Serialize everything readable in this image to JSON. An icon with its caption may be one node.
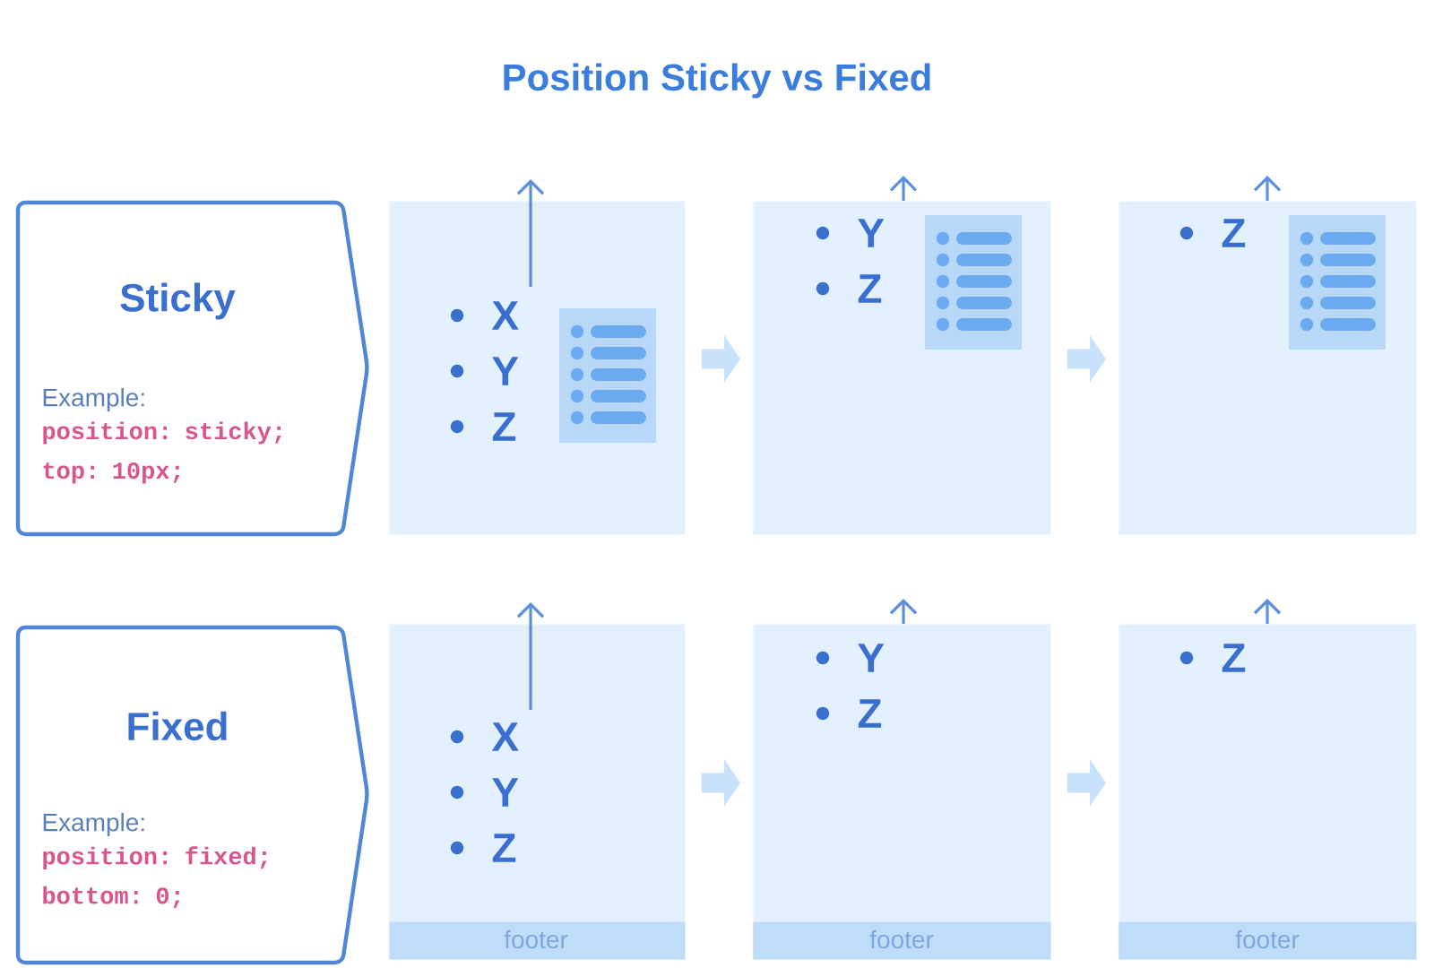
{
  "diagram": {
    "title": "Position Sticky vs Fixed",
    "nodes": [
      {
        "text": [
          "Sticky",
          "Example:",
          "position: sticky; top: 10px;"
        ]
      },
      {
        "text": [
          "X",
          "Y",
          "Z"
        ]
      },
      {
        "text": [
          "Y",
          "Z"
        ]
      },
      {
        "text": [
          "Z"
        ]
      },
      {
        "text": [
          "Fixed",
          "Example:",
          "position: fixed; bottom: 0;"
        ]
      },
      {
        "text": [
          "X",
          "Y",
          "Z"
        ]
      },
      {
        "text": [
          "footer"
        ],
        "in": 5
      },
      {
        "text": [
          "Y",
          "Z"
        ]
      },
      {
        "text": [
          "footer"
        ],
        "in": 7
      },
      {
        "text": [
          "Z"
        ]
      },
      {
        "text": [
          "footer"
        ],
        "in": 9
      }
    ],
    "edges": [
      {
        "from": 1,
        "to": 2,
        "arrow": "to"
      },
      {
        "from": 2,
        "to": 3,
        "arrow": "to"
      },
      {
        "from": 5,
        "to": 7,
        "arrow": "to"
      },
      {
        "from": 7,
        "to": 9,
        "arrow": "to"
      }
    ]
  }
}
